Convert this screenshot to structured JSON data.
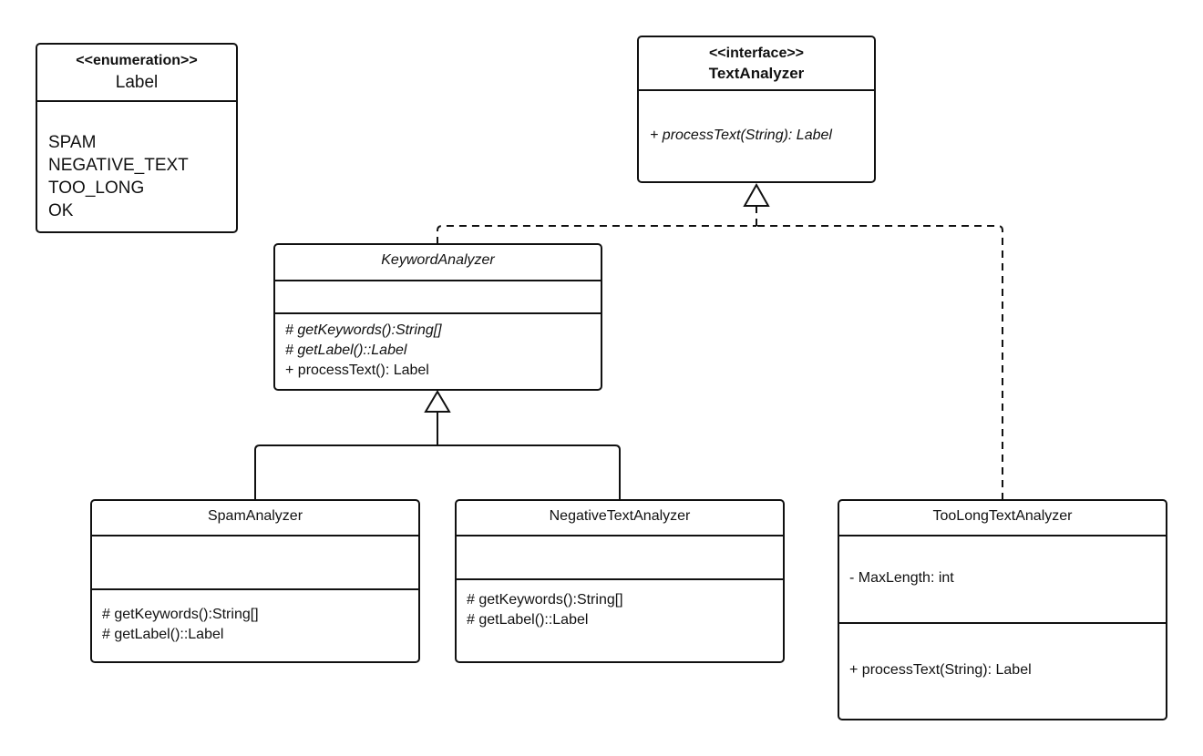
{
  "label_enum": {
    "stereotype": "<<enumeration>>",
    "name": "Label",
    "values": [
      "SPAM",
      "NEGATIVE_TEXT",
      "TOO_LONG",
      "OK"
    ]
  },
  "text_analyzer": {
    "stereotype": "<<interface>>",
    "name": "TextAnalyzer",
    "operations": [
      "+ processText(String): Label"
    ]
  },
  "keyword_analyzer": {
    "name": "KeywordAnalyzer",
    "operations": [
      "# getKeywords():String[]",
      "# getLabel()::Label",
      "+ processText(): Label"
    ]
  },
  "spam_analyzer": {
    "name": "SpamAnalyzer",
    "operations": [
      "# getKeywords():String[]",
      "# getLabel()::Label"
    ]
  },
  "negative_text_analyzer": {
    "name": "NegativeTextAnalyzer",
    "operations": [
      "# getKeywords():String[]",
      "# getLabel()::Label"
    ]
  },
  "too_long_text_analyzer": {
    "name": "TooLongTextAnalyzer",
    "attributes": [
      "- MaxLength: int"
    ],
    "operations": [
      "+ processText(String): Label"
    ]
  }
}
